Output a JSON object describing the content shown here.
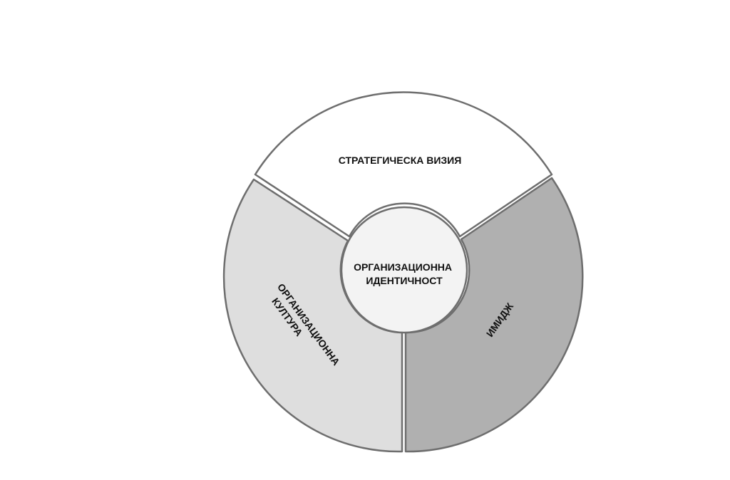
{
  "diagram": {
    "center": {
      "lines": [
        "ОРГАНИЗАЦИОННА",
        "ИДЕНТИЧНОСТ"
      ],
      "fill": "#f3f3f3"
    },
    "segments": [
      {
        "id": "vision",
        "lines": [
          "СТРАТЕГИЧЕСКА ВИЗИЯ"
        ],
        "fill": "#ffffff"
      },
      {
        "id": "image",
        "lines": [
          "ИМИДЖ"
        ],
        "fill": "#b0b0b0"
      },
      {
        "id": "culture",
        "lines": [
          "ОРГАНИЗАЦИОННА",
          "КУЛТУРА"
        ],
        "fill": "#dedede"
      }
    ],
    "stroke_color": "#6e6e6e"
  }
}
